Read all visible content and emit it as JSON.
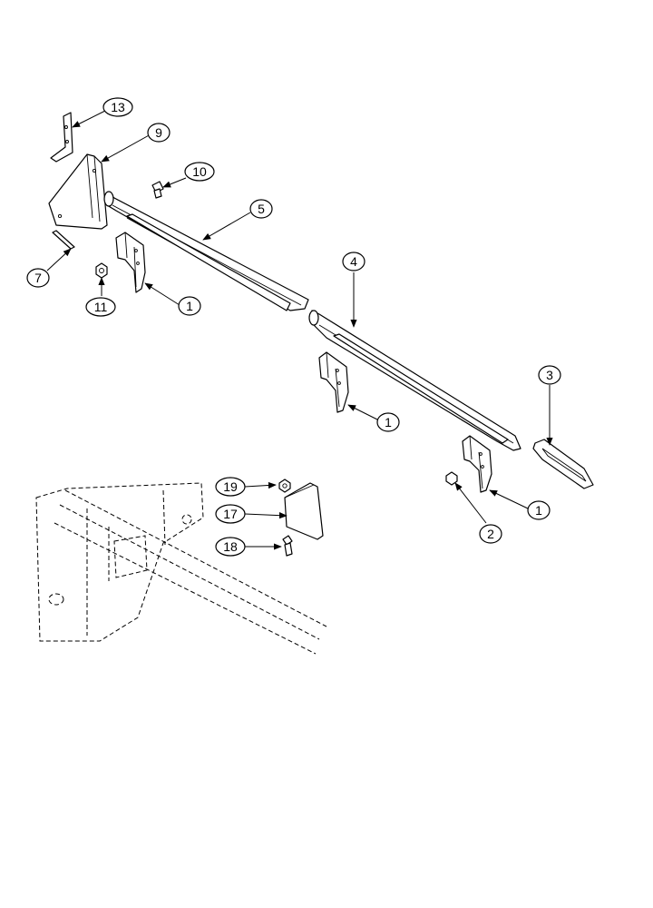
{
  "callouts": {
    "c13": "13",
    "c9": "9",
    "c10": "10",
    "c5": "5",
    "c7": "7",
    "c11": "11",
    "c1a": "1",
    "c4": "4",
    "c1b": "1",
    "c3": "3",
    "c19": "19",
    "c17": "17",
    "c18": "18",
    "c1c": "1",
    "c2": "2"
  }
}
